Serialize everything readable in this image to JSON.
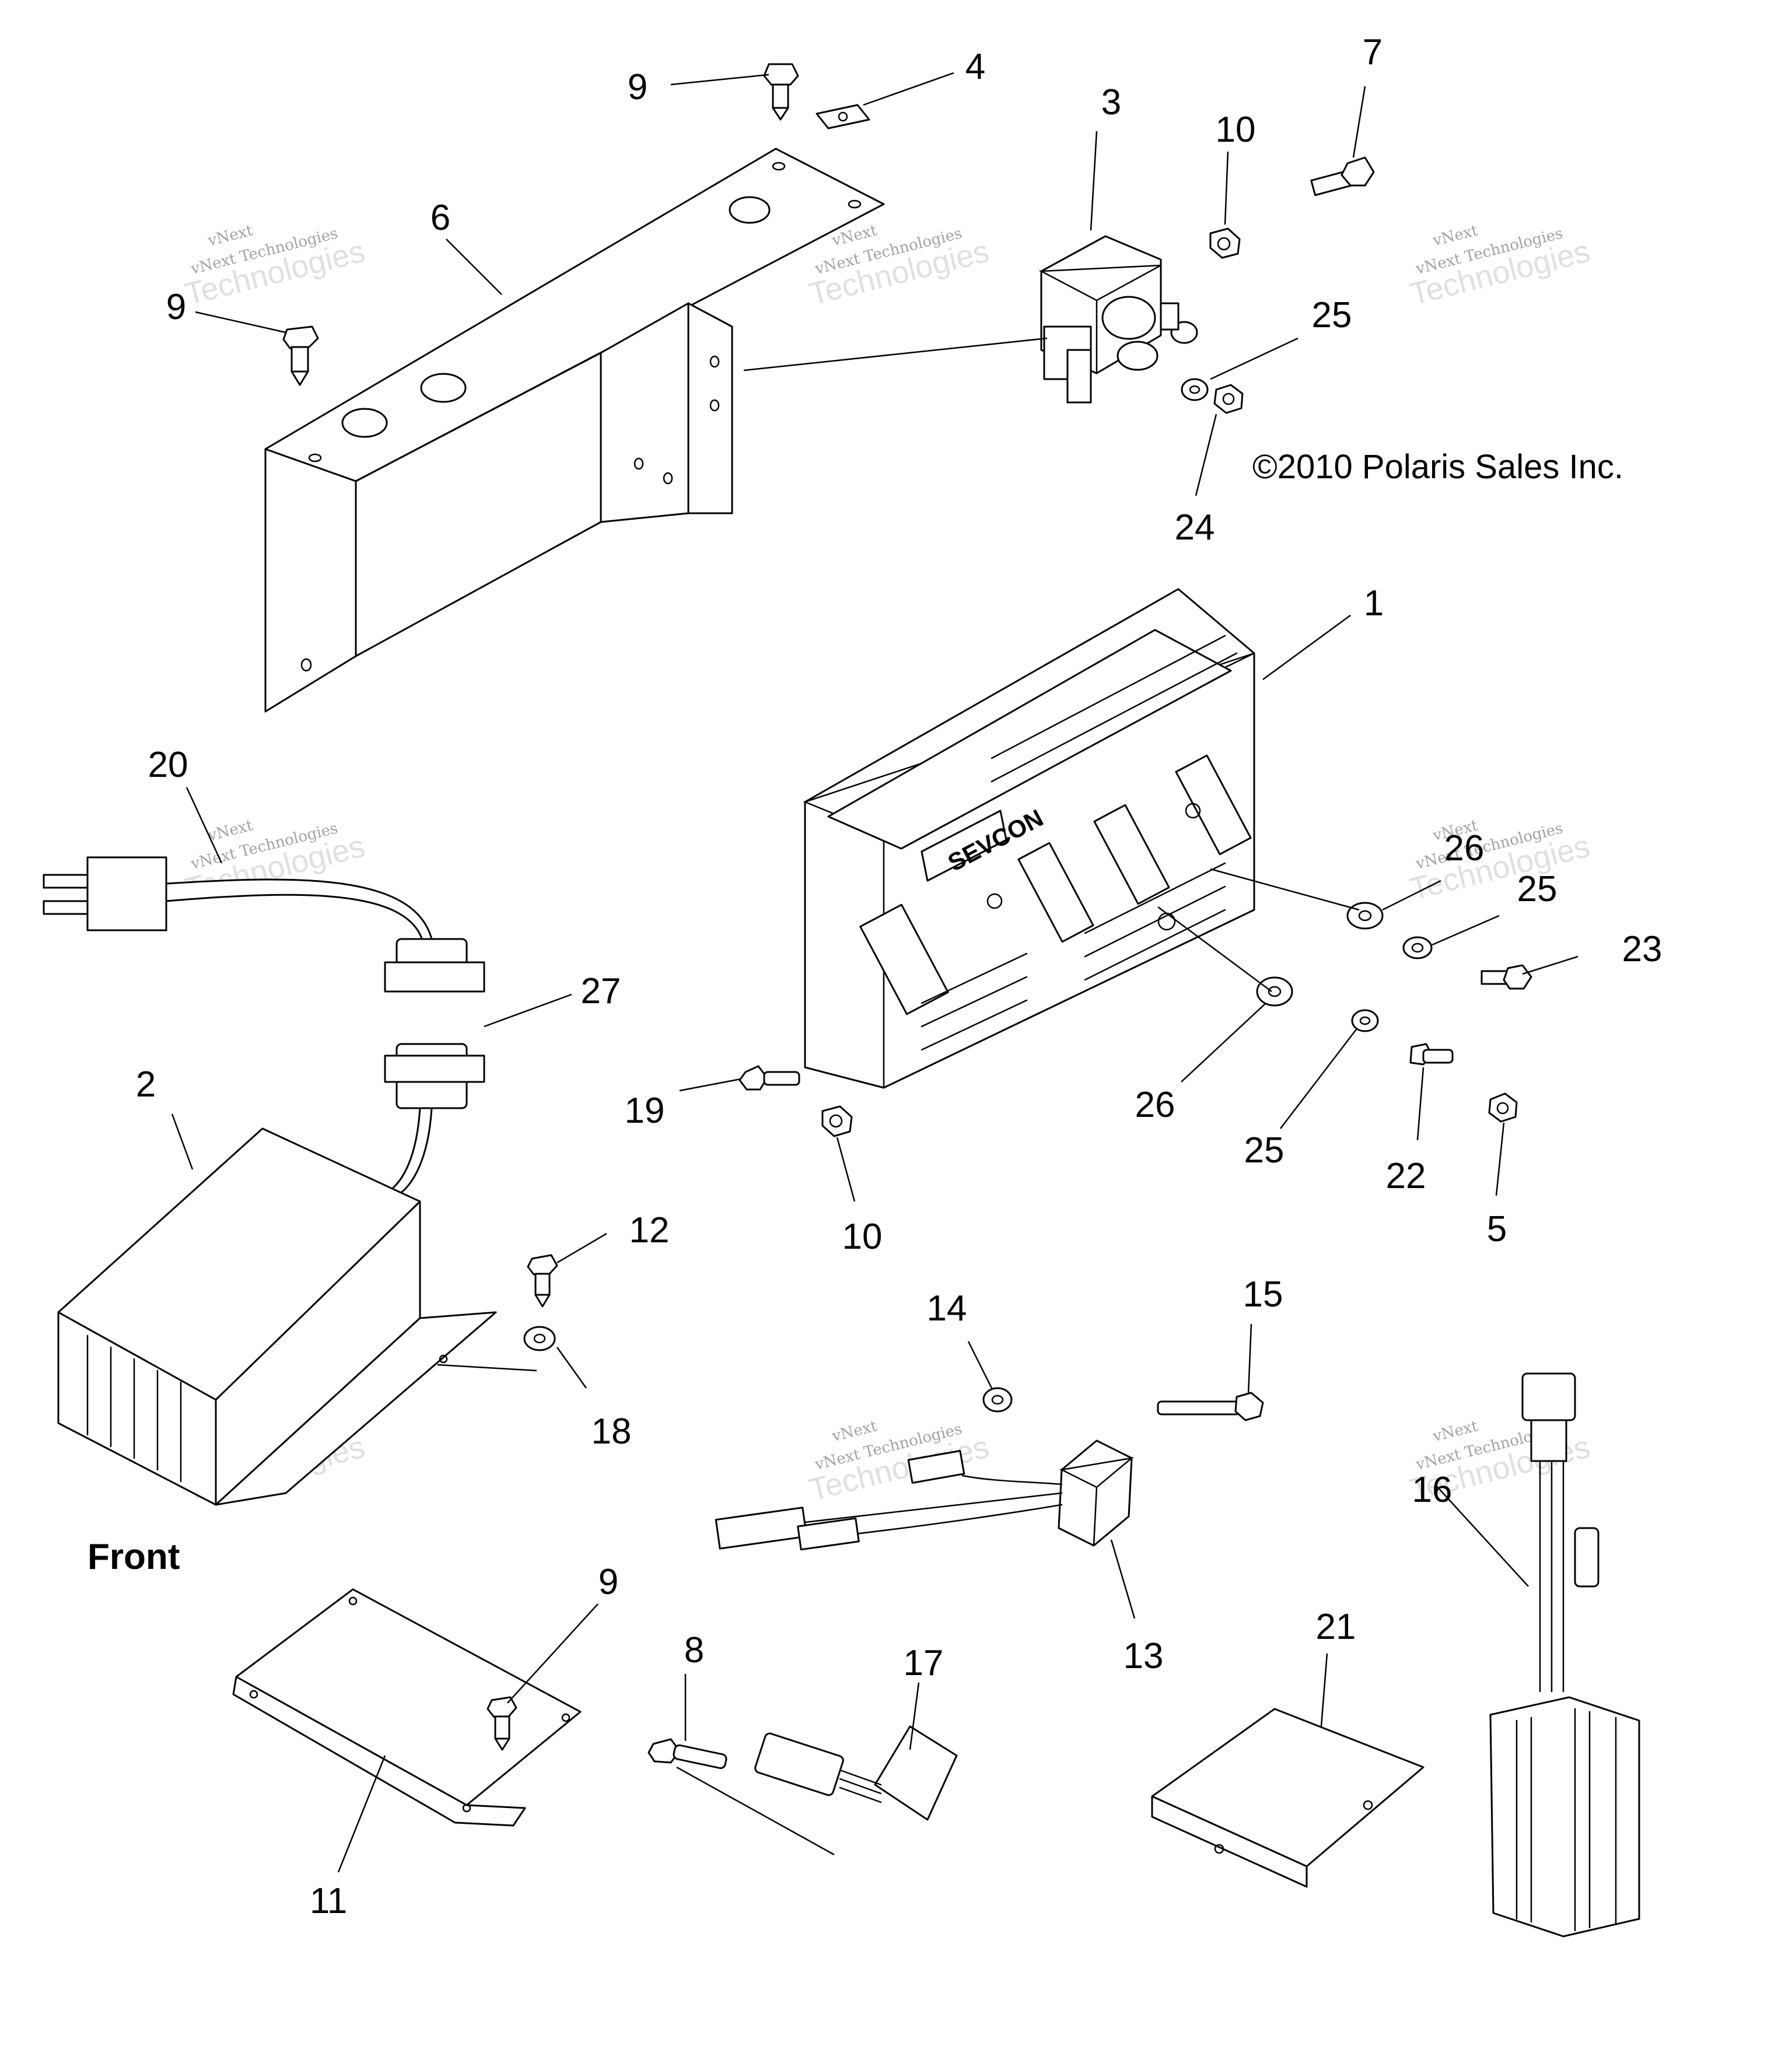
{
  "copyright": "©2010 Polaris Sales Inc.",
  "front_label": "Front",
  "controller_brand": "SEVCON",
  "watermark": {
    "top": "vNext",
    "line": "vNext Technologies",
    "big": "Technologies"
  },
  "callouts": {
    "c1": "1",
    "c2": "2",
    "c3": "3",
    "c4": "4",
    "c5": "5",
    "c6": "6",
    "c7": "7",
    "c8": "8",
    "c9a": "9",
    "c9b": "9",
    "c9c": "9",
    "c10a": "10",
    "c10b": "10",
    "c11": "11",
    "c12": "12",
    "c13": "13",
    "c14": "14",
    "c15": "15",
    "c16": "16",
    "c17": "17",
    "c18": "18",
    "c19": "19",
    "c20": "20",
    "c21": "21",
    "c22": "22",
    "c23": "23",
    "c24": "24",
    "c25a": "25",
    "c25b": "25",
    "c25c": "25",
    "c26a": "26",
    "c26b": "26",
    "c27": "27"
  }
}
